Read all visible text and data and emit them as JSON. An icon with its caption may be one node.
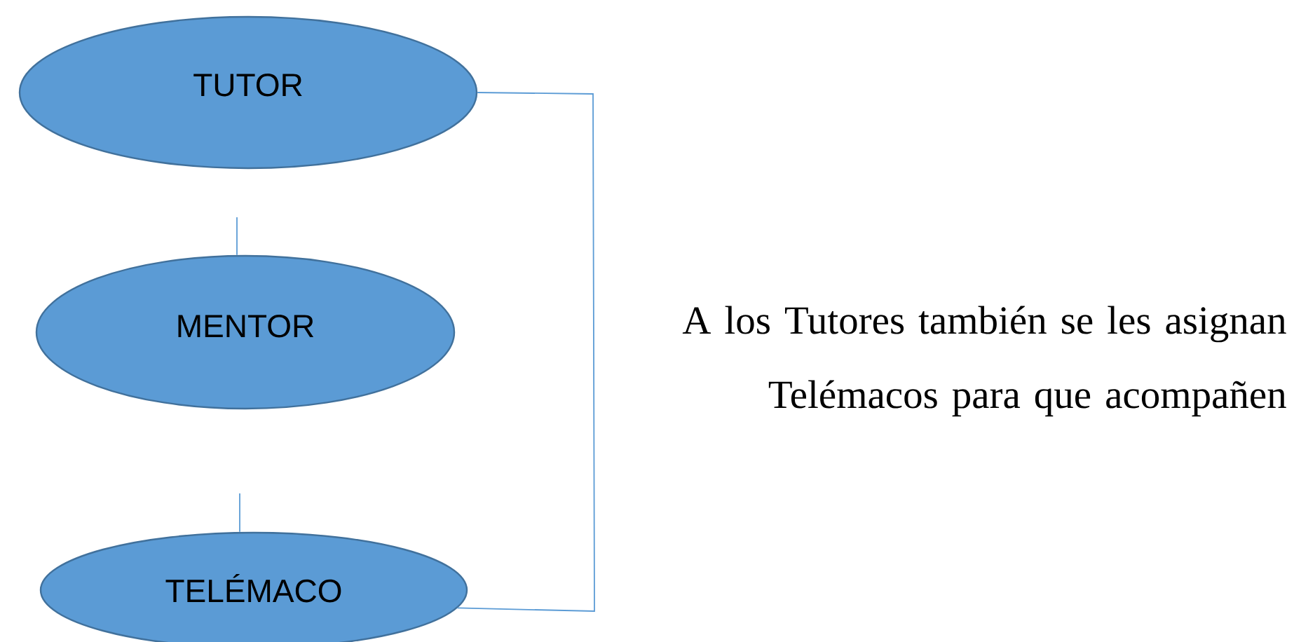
{
  "diagram": {
    "nodes": [
      {
        "text": [
          "TUTOR"
        ]
      },
      {
        "text": [
          "MENTOR"
        ]
      },
      {
        "text": [
          "TELÉMACO"
        ]
      }
    ],
    "edges": [
      {
        "from": null,
        "to": 1,
        "arrow": "none"
      },
      {
        "from": null,
        "to": 2,
        "arrow": "none"
      },
      {
        "from": 0,
        "to": 2,
        "arrow": "none"
      }
    ],
    "labels": [
      "A los Tutores también se les asignan Telémacos para que acompañen"
    ]
  }
}
